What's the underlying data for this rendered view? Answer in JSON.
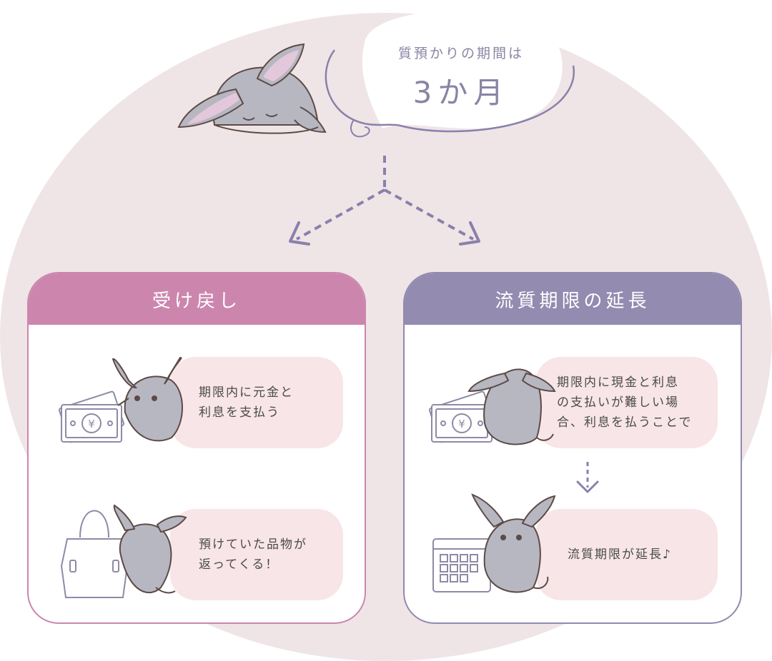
{
  "bubble": {
    "title": "質預かりの期間は",
    "value": "3か月"
  },
  "left_panel": {
    "title": "受け戻し",
    "cards": [
      {
        "text": "期限内に元金と\n利息を支払う",
        "icon": "yen-bill-icon"
      },
      {
        "text": "預けていた品物が\n返ってくる！",
        "icon": "handbag-icon"
      }
    ]
  },
  "right_panel": {
    "title": "流質期限の延長",
    "cards": [
      {
        "text": "期限内に現金と利息\nの支払いが難しい場\n合、利息を払うことで",
        "icon": "yen-bill-icon"
      },
      {
        "text": "流質期限が延長♪",
        "icon": "calendar-icon"
      }
    ]
  },
  "colors": {
    "background": "#efe5e6",
    "left_accent": "#cc86ad",
    "right_accent": "#938bb0",
    "card": "#f8e5e7",
    "arrow": "#8a80ac"
  }
}
